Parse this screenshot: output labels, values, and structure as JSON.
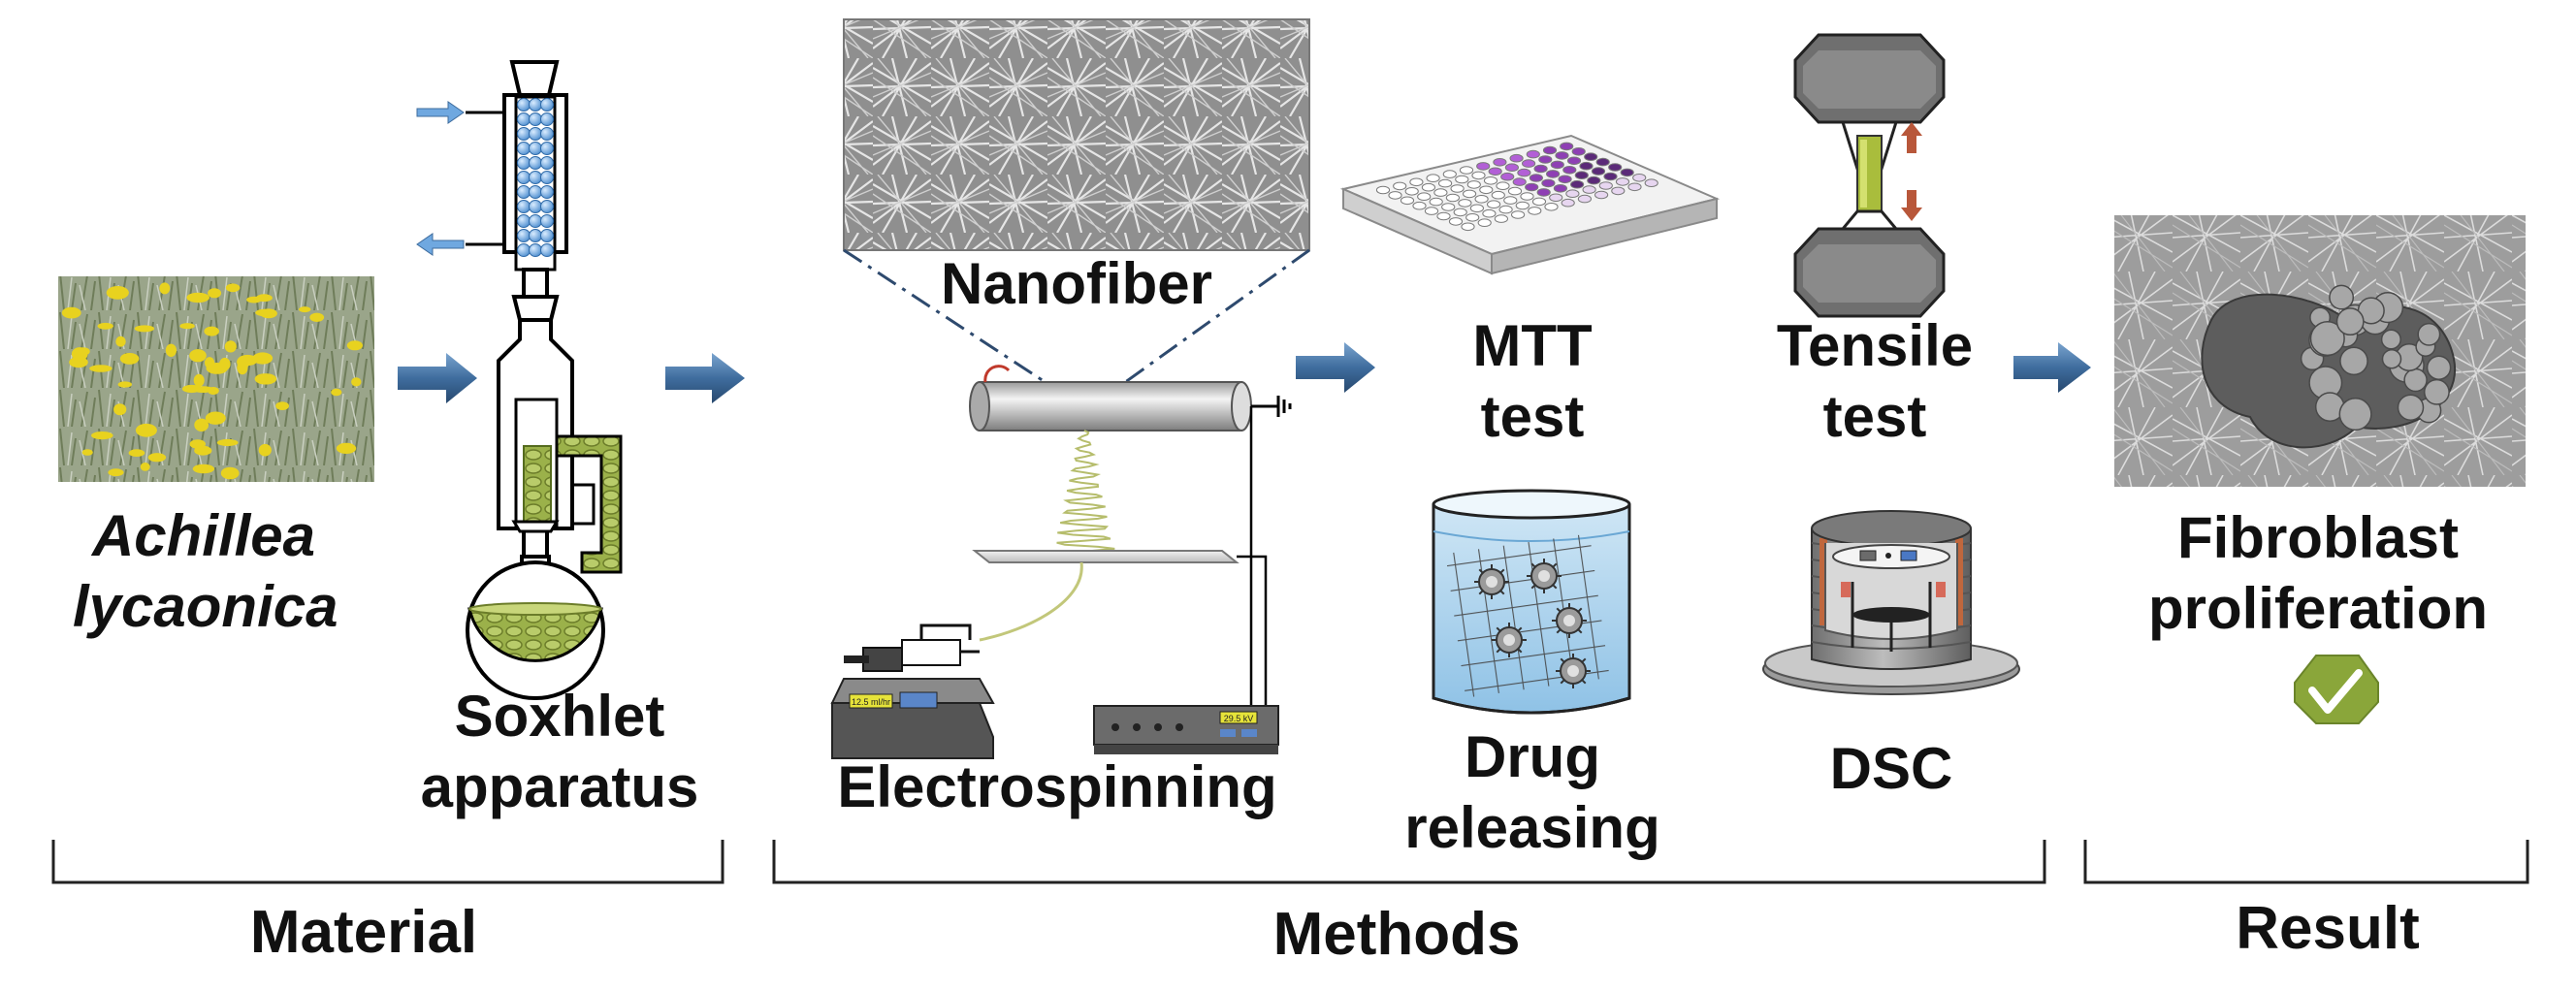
{
  "labels": {
    "plant_line1": "Achillea",
    "plant_line2": "lycaonica",
    "soxhlet_line1": "Soxhlet",
    "soxhlet_line2": "apparatus",
    "nanofiber": "Nanofiber",
    "electrospinning": "Electrospinning",
    "mtt_line1": "MTT",
    "mtt_line2": "test",
    "tensile_line1": "Tensile",
    "tensile_line2": "test",
    "drug_line1": "Drug",
    "drug_line2": "releasing",
    "dsc": "DSC",
    "fibro_line1": "Fibroblast",
    "fibro_line2": "proliferation"
  },
  "sections": {
    "material": "Material",
    "methods": "Methods",
    "result": "Result"
  },
  "device_text": {
    "pump_display": "12.5 ml/hr",
    "supply_display": "29.5 kV"
  },
  "icons": {
    "result_check": "check-badge-icon"
  },
  "colors": {
    "arrow_blue": "#3f6d9e",
    "plant_yellow": "#e8d21f",
    "extract_green": "#8ea43a",
    "condenser_blue": "#6fa8e0",
    "check_green": "#8aa63a",
    "tensile_arrow": "#b8573a",
    "well_purple": "#b25fd6"
  }
}
